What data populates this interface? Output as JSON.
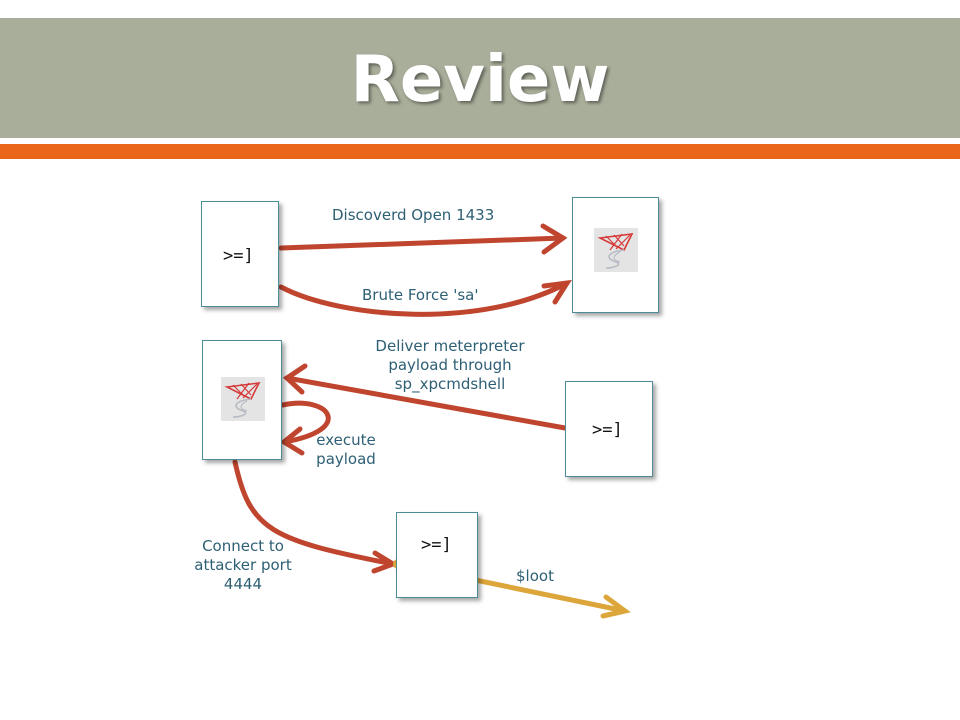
{
  "slide": {
    "title": "Review"
  },
  "colors": {
    "title_bg": "#a8ae9a",
    "rule": "#e9661a",
    "arrow_red": "#c0452f",
    "arrow_gold": "#dca63a",
    "label": "#2e5f75",
    "box_border": "#4d8b96"
  },
  "diagram": {
    "prompt_text": ">=]",
    "labels": {
      "discover": "Discoverd Open 1433",
      "brute": "Brute Force 'sa'",
      "deliver_1": "Deliver meterpreter",
      "deliver_2": "payload through",
      "deliver_3": "sp_xpcmdshell",
      "execute_1": "execute",
      "execute_2": "payload",
      "connect_1": "Connect to",
      "connect_2": "attacker port",
      "connect_3": "4444",
      "loot": "$loot"
    },
    "icons": [
      "sql-server-icon",
      "sql-server-icon"
    ]
  }
}
